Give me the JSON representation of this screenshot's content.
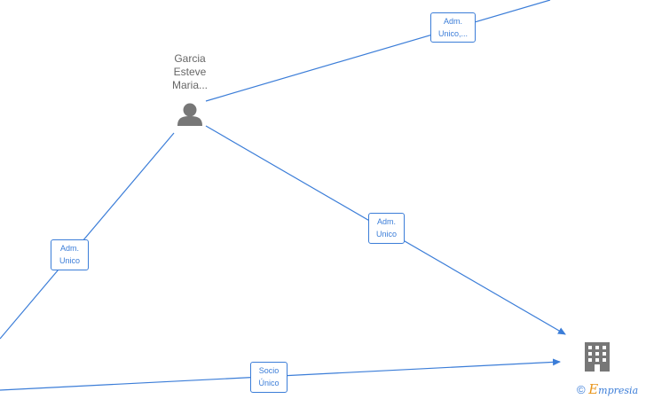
{
  "person": {
    "name": "Garcia\nEsteve\nMaria...",
    "icon": "person-icon"
  },
  "company": {
    "icon": "building-icon"
  },
  "edges": [
    {
      "id": "edge-top",
      "label": "Adm.\nUnico,..."
    },
    {
      "id": "edge-left",
      "label": "Adm.\nUnico"
    },
    {
      "id": "edge-right",
      "label": "Adm.\nUnico"
    },
    {
      "id": "edge-bottom",
      "label": "Socio\nÚnico"
    }
  ],
  "footer": {
    "copyright_symbol": "©",
    "brand_initial": "E",
    "brand_rest": "mpresia"
  },
  "colors": {
    "edge": "#3b7dd8",
    "icon": "#777777"
  }
}
